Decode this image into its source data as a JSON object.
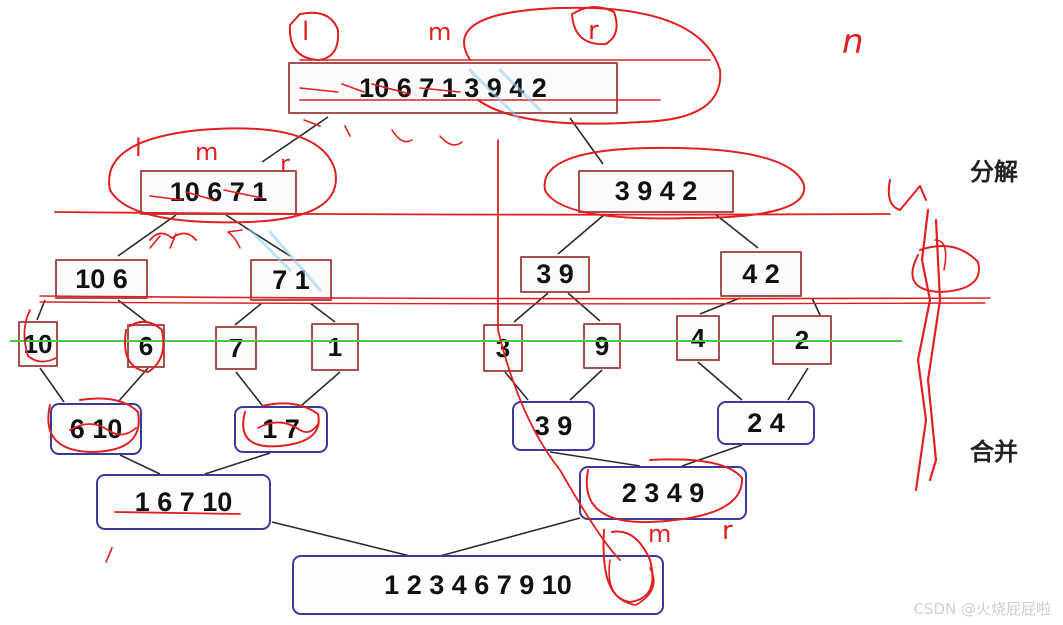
{
  "split_label": "分解",
  "merge_label": "合并",
  "watermark": "CSDN @火烧屁屁啦",
  "annotation_color": "#e02020",
  "split_border_color": "#a8504f",
  "merge_border_color": "#3b3a9a",
  "divider_color": "#44cc44",
  "split": {
    "root": "10 6 7 1 3 9 4 2",
    "l1_left": "10 6 7 1",
    "l1_right": "3 9 4 2",
    "l2_a": "10 6",
    "l2_b": "7 1",
    "l2_c": "3 9",
    "l2_d": "4 2",
    "leaf_1": "10",
    "leaf_2": "6",
    "leaf_3": "7",
    "leaf_4": "1",
    "leaf_5": "3",
    "leaf_6": "9",
    "leaf_7": "4",
    "leaf_8": "2"
  },
  "merge": {
    "m2_a": "6 10",
    "m2_b": "1 7",
    "m2_c": "3 9",
    "m2_d": "2 4",
    "m4_left": "1 6 7 10",
    "m4_right": "2 3 4 9",
    "result": "1 2 3 4 6 7 9 10"
  },
  "handwriting": {
    "l": "l",
    "m": "m",
    "r": "r",
    "n": "n"
  }
}
